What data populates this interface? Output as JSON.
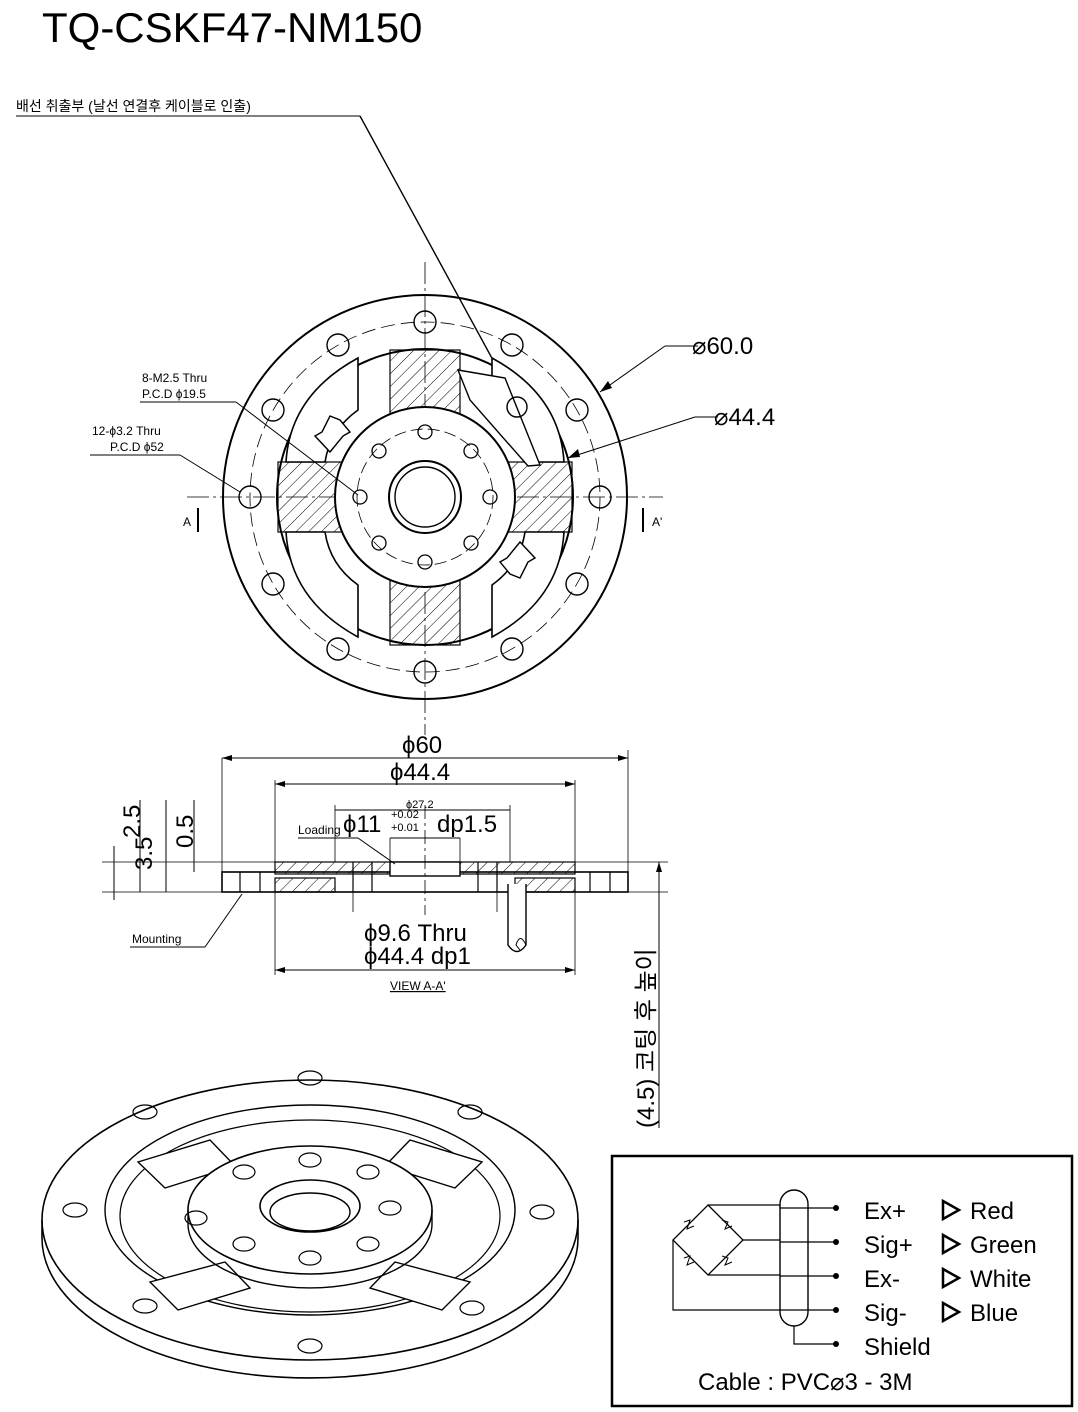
{
  "title": "TQ-CSKF47-NM150",
  "wire_exit_note": "배선 취출부 (날선 연결후 케이블로 인출)",
  "top_view": {
    "dia_outer": "⌀60.0",
    "dia_inner": "⌀44.4",
    "hole_a_line1": "8-M2.5 Thru",
    "hole_a_line2": "P.C.D ϕ19.5",
    "hole_b_line1": "12-ϕ3.2 Thru",
    "hole_b_line2": "P.C.D ϕ52",
    "section_left": "A",
    "section_right": "A'"
  },
  "section_view": {
    "dim_60": "ϕ60",
    "dim_44": "ϕ44.4",
    "dim_27": "ϕ27.2",
    "dim_11": "ϕ11",
    "tol_upper": "+0.02",
    "tol_lower": "+0.01",
    "dp_15": "dp1.5",
    "loading": "Loading",
    "mounting": "Mounting",
    "dim_96": "ϕ9.6 Thru",
    "dim_444dp": "ϕ44.4 dp1",
    "view_label": "VIEW A-A'",
    "h_25": "2.5",
    "h_05": "0.5",
    "h_35": "3.5",
    "coating_note": "(4.5) 코팅 후 높이"
  },
  "wiring": {
    "wires": [
      {
        "name": "Ex+",
        "color": "Red"
      },
      {
        "name": "Sig+",
        "color": "Green"
      },
      {
        "name": "Ex-",
        "color": "White"
      },
      {
        "name": "Sig-",
        "color": "Blue"
      }
    ],
    "shield": "Shield",
    "cable": "Cable : PVC⌀3 - 3M"
  }
}
